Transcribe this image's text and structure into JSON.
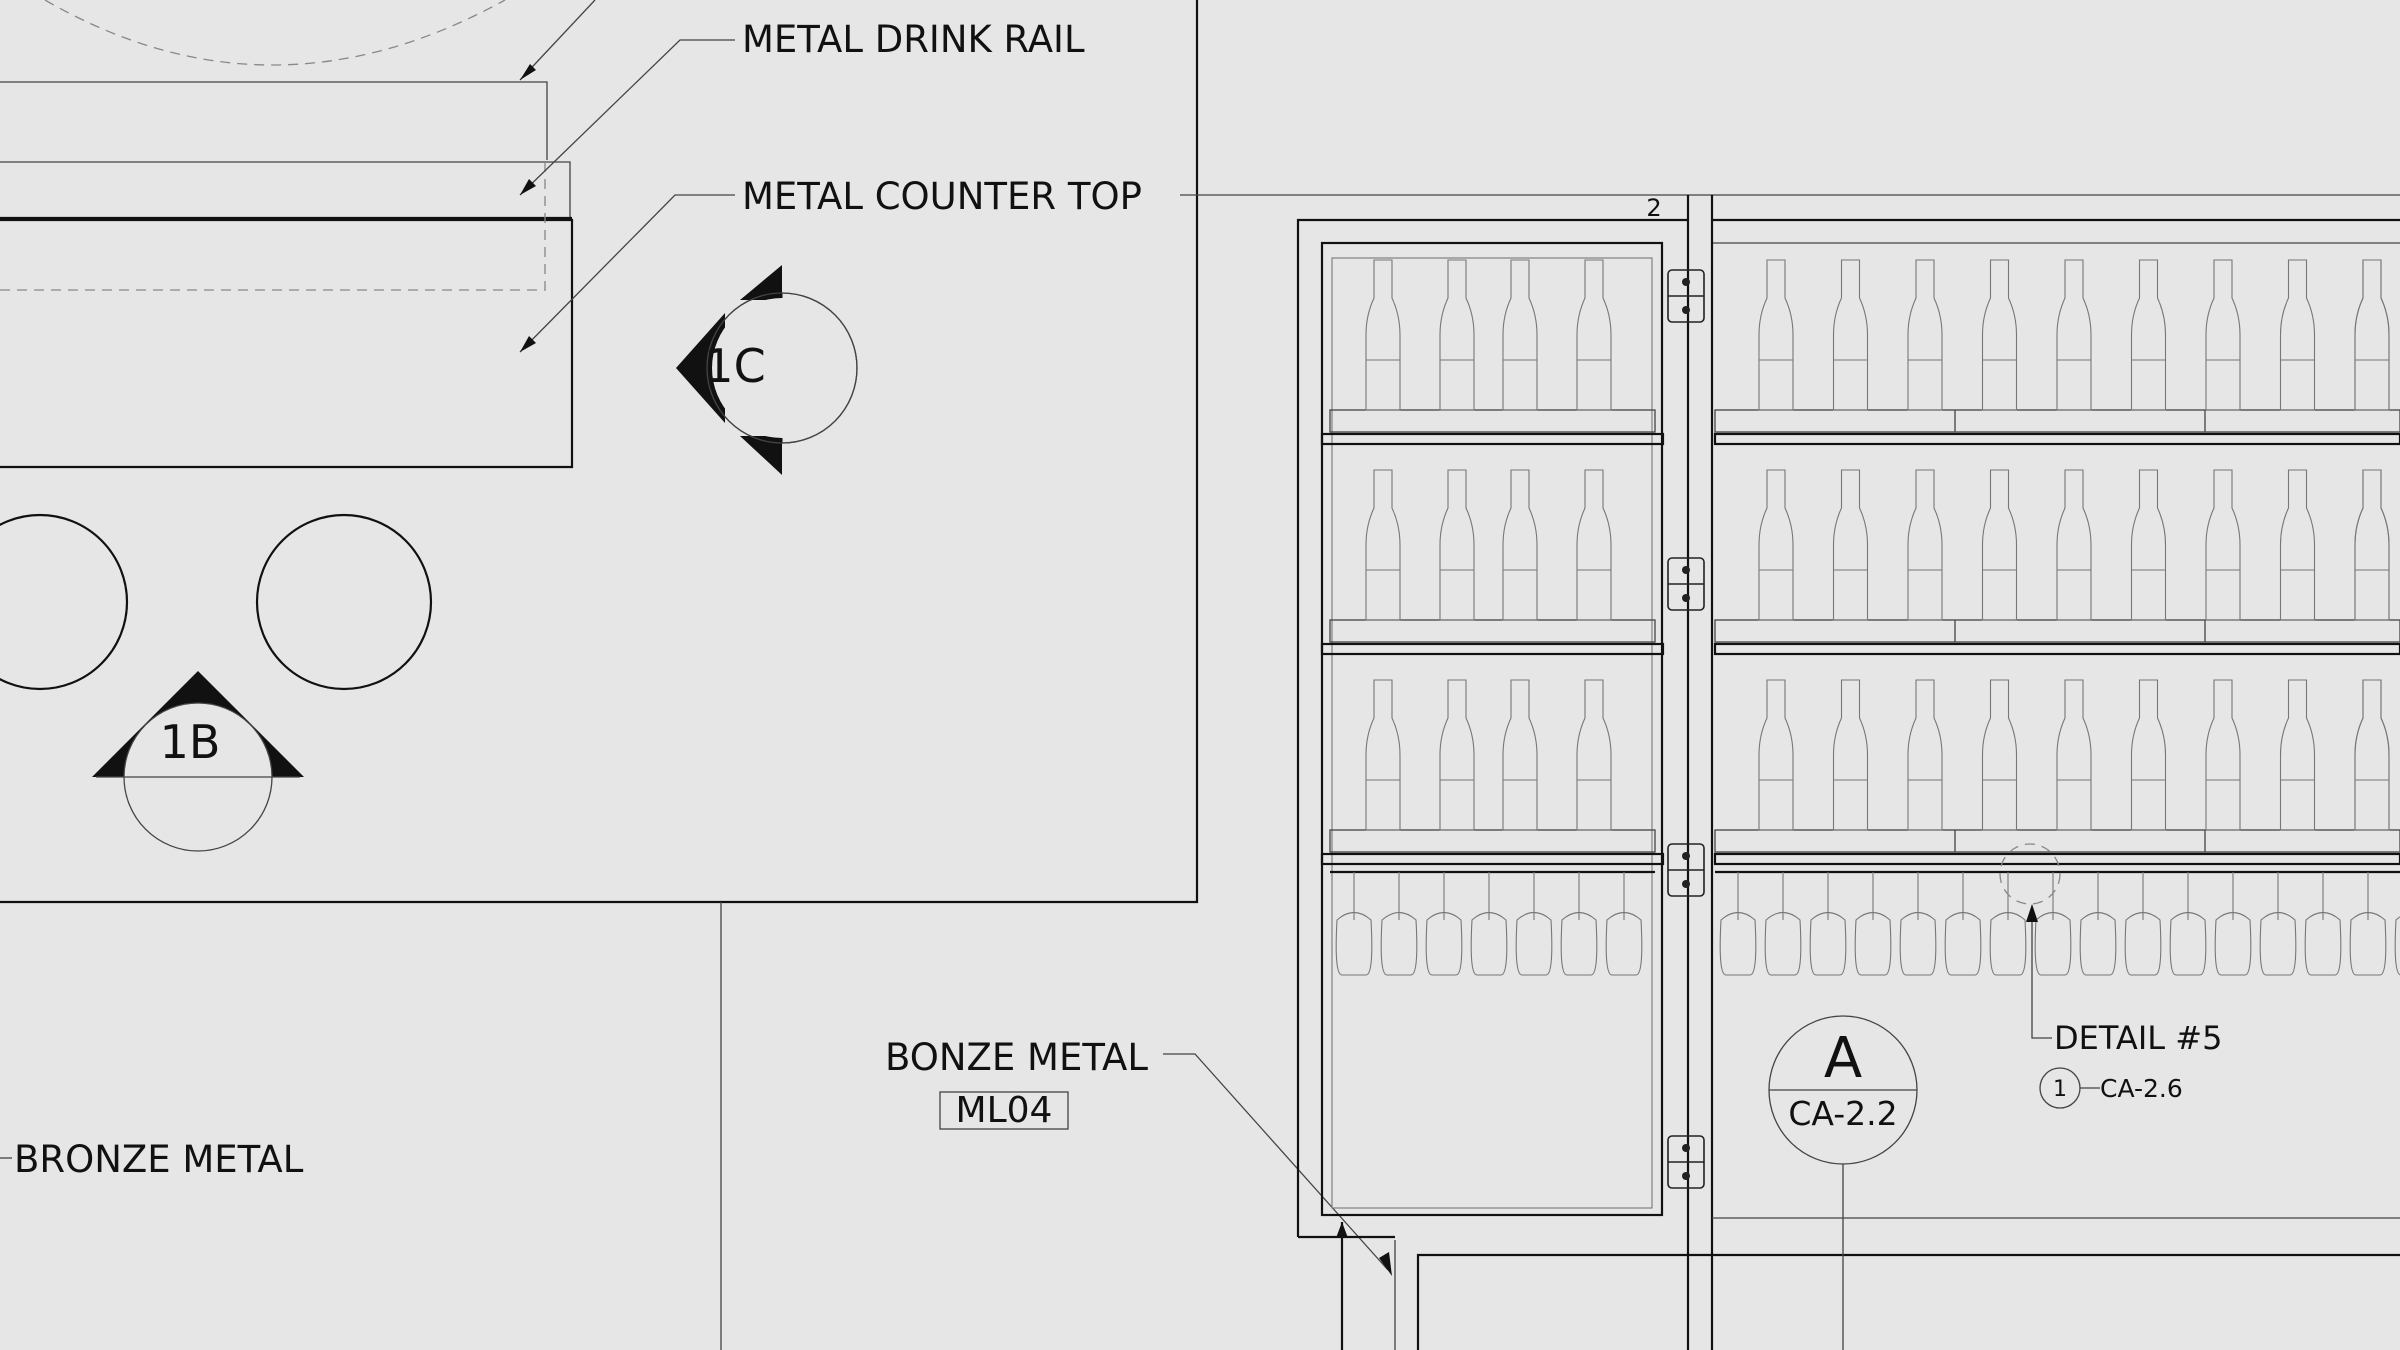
{
  "callouts": {
    "metal_drink_rail": "METAL DRINK RAIL",
    "metal_counter_top": "METAL COUNTER TOP",
    "bonze_metal": "BONZE METAL",
    "ml04_tag": "ML04",
    "bronze_metal": "BRONZE METAL",
    "dimension_mark": "2",
    "detail_5": "DETAIL #5"
  },
  "section_markers": {
    "c1": "1C",
    "b1": "1B"
  },
  "elevation_tag": {
    "letter": "A",
    "sheet": "CA-2.2"
  },
  "detail_ref": {
    "number": "1",
    "sheet": "CA-2.6"
  },
  "cabinet": {
    "left_bay_bottles_per_shelf": 4,
    "right_bay_bottles_per_shelf": 9,
    "wine_shelves": 3,
    "left_bay_glasses": 7,
    "right_bay_glasses": 16,
    "hinges": 4
  }
}
